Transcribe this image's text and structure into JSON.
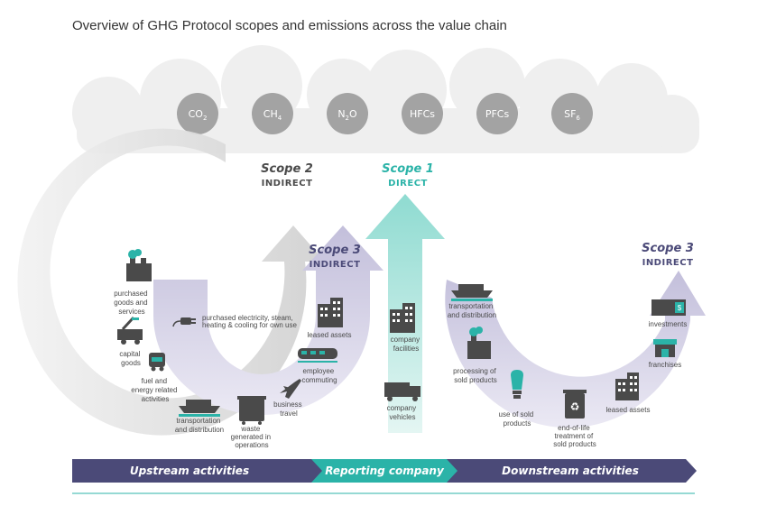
{
  "title": "Overview of GHG Protocol scopes and emissions across the value chain",
  "gases": [
    {
      "base": "CO",
      "sub": "2",
      "after": ""
    },
    {
      "base": "CH",
      "sub": "4",
      "after": ""
    },
    {
      "base": "N",
      "sub": "2",
      "after": "O"
    },
    {
      "base": "HFCs",
      "sub": "",
      "after": ""
    },
    {
      "base": "PFCs",
      "sub": "",
      "after": ""
    },
    {
      "base": "SF",
      "sub": "6",
      "after": ""
    }
  ],
  "scopes": {
    "scope2": {
      "title": "Scope 2",
      "subtitle": "INDIRECT"
    },
    "scope1": {
      "title": "Scope 1",
      "subtitle": "DIRECT"
    },
    "scope3_upstream": {
      "title": "Scope 3",
      "subtitle": "INDIRECT"
    },
    "scope3_downstream": {
      "title": "Scope 3",
      "subtitle": "INDIRECT"
    }
  },
  "upstream_items": {
    "purchased_goods": [
      "purchased",
      "goods and",
      "services"
    ],
    "capital_goods": [
      "capital",
      "goods"
    ],
    "fuel_energy": [
      "fuel and",
      "energy related",
      "activities"
    ],
    "transport": [
      "transportation",
      "and distribution"
    ],
    "waste": [
      "waste",
      "generated in",
      "operations"
    ],
    "business_travel": [
      "business",
      "travel"
    ],
    "employee_commuting": [
      "employee",
      "commuting"
    ],
    "leased_assets": [
      "leased assets"
    ],
    "electricity": [
      "purchased electricity, steam,",
      "heating & cooling for own use"
    ]
  },
  "company_items": {
    "facilities": [
      "company",
      "facilities"
    ],
    "vehicles": [
      "company",
      "vehicles"
    ]
  },
  "downstream_items": {
    "transport": [
      "transportation",
      "and distribution"
    ],
    "processing": [
      "processing of",
      "sold products"
    ],
    "use": [
      "use of sold",
      "products"
    ],
    "end_of_life": [
      "end-of-life",
      "treatment of",
      "sold products"
    ],
    "leased_assets": [
      "leased assets"
    ],
    "franchises": [
      "franchises"
    ],
    "investments": [
      "investments"
    ]
  },
  "bands": {
    "upstream": "Upstream activities",
    "reporting": "Reporting company",
    "downstream": "Downstream activities"
  },
  "colors": {
    "teal": "#2bb3a8",
    "navy": "#4b4a78",
    "lavender": "#c4c0dc",
    "grey": "#c9c9c9",
    "icon": "#4a4a4a"
  }
}
